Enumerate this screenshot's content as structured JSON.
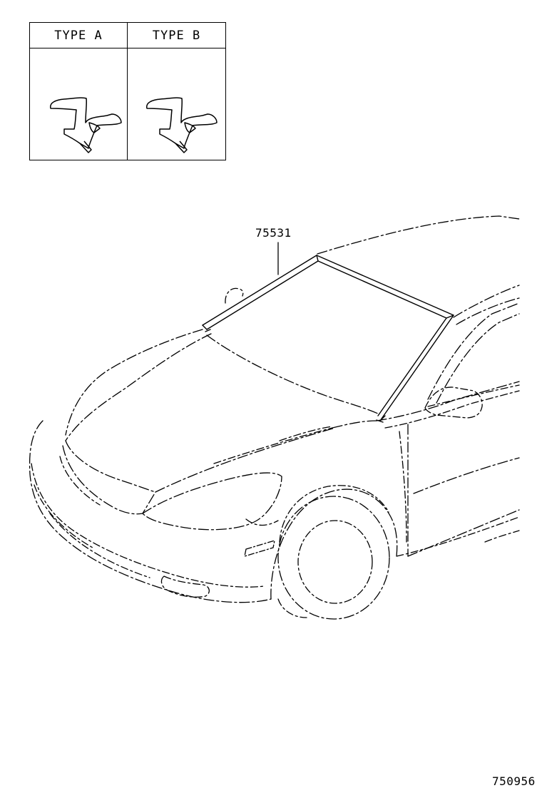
{
  "legend": {
    "type_a_label": "TYPE A",
    "type_b_label": "TYPE B"
  },
  "callout": {
    "part_number": "75531"
  },
  "footer": {
    "illustration_number": "750956"
  }
}
